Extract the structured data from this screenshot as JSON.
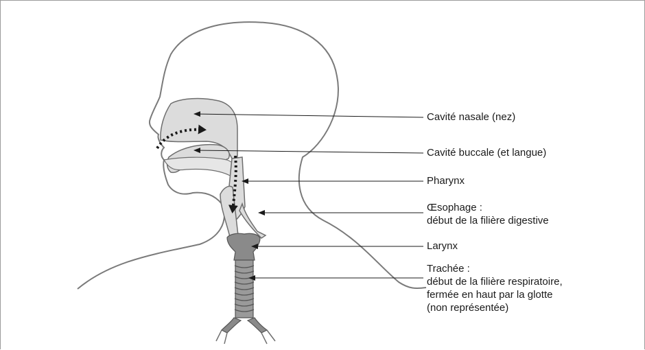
{
  "labels": {
    "nasal_cavity": "Cavité nasale (nez)",
    "oral_cavity": "Cavité buccale (et langue)",
    "pharynx": "Pharynx",
    "esophagus": [
      "Œsophage :",
      "début de la filière digestive"
    ],
    "larynx": "Larynx",
    "trachea": [
      "Trachée :",
      "début de la filière respiratoire,",
      "fermée en haut par la glotte",
      "(non représentée)"
    ]
  },
  "colors": {
    "frame": "#9a9a9a",
    "outline": "#7a7a7a",
    "organ_fill": "#dcdcdc",
    "organ_stroke": "#6e6e6e",
    "cartilage_fill": "#8a8a8a",
    "arrow": "#1a1a1a"
  }
}
